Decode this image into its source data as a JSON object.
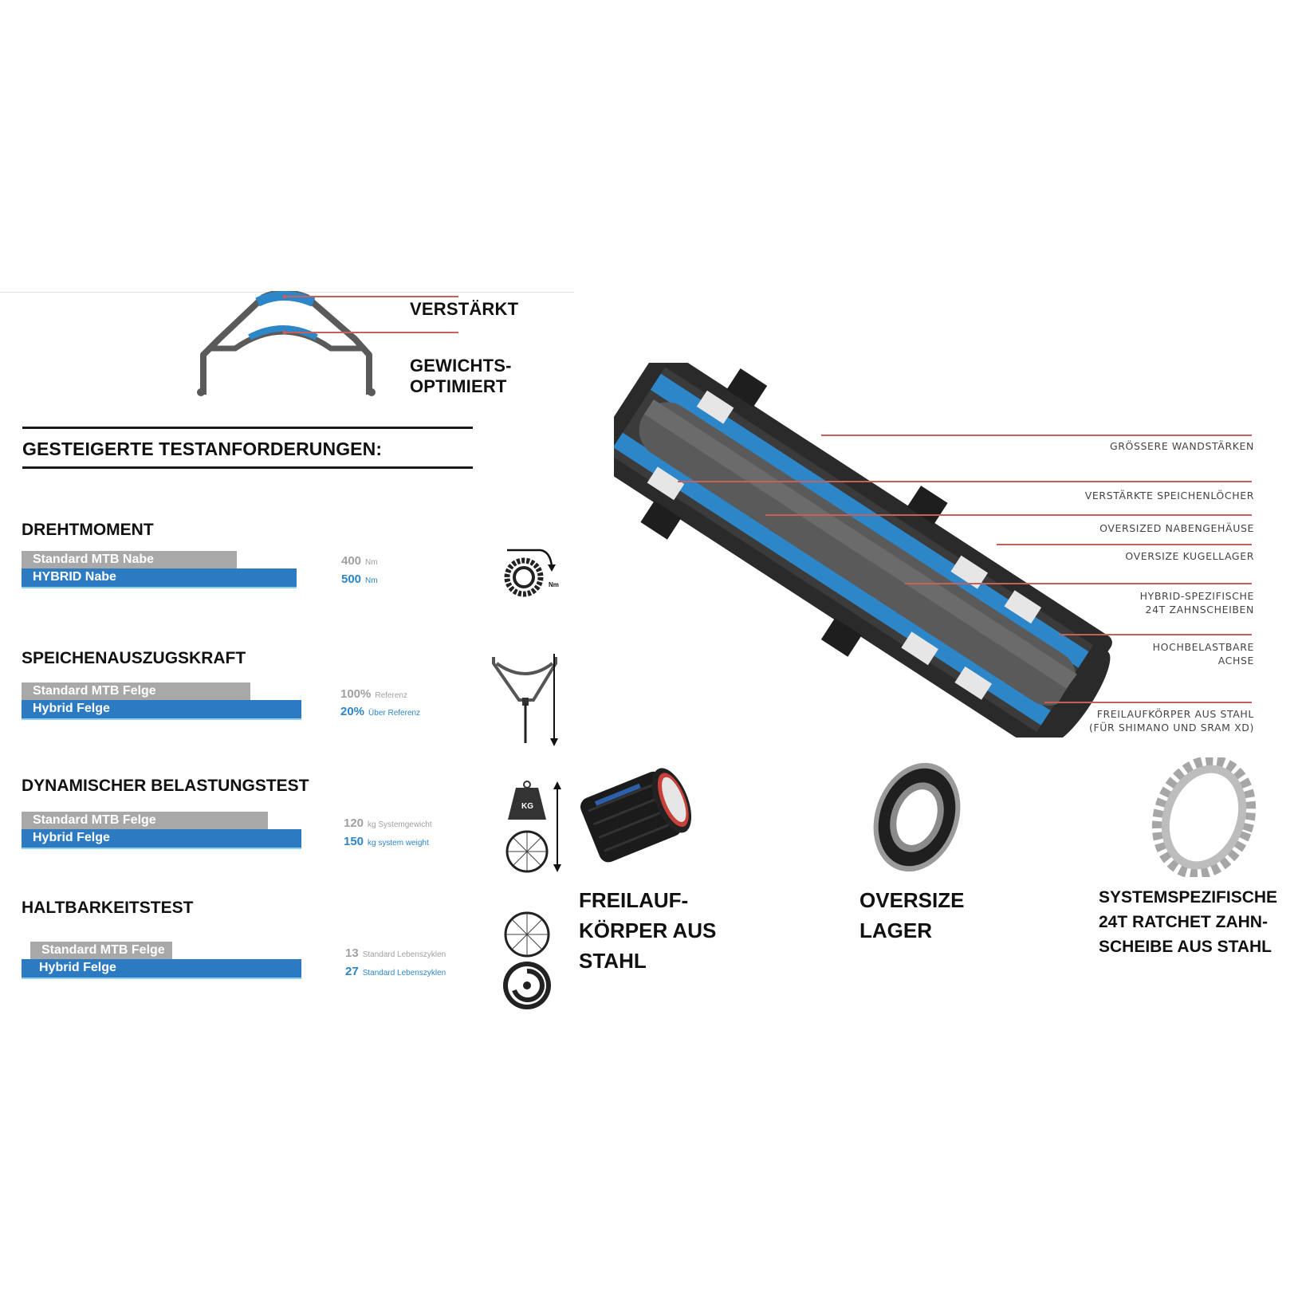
{
  "rim_profile": {
    "callouts": [
      {
        "label": "VERSTÄRKT"
      },
      {
        "label_line1": "GEWICHTS-",
        "label_line2": "OPTIMIERT"
      }
    ]
  },
  "tests": {
    "title": "GESTEIGERTE TESTANFORDERUNGEN:",
    "sections": [
      {
        "heading": "DREHTMOMENT",
        "standard_label": "Standard MTB Nabe",
        "hybrid_label": "HYBRID Nabe",
        "standard_value": "400",
        "standard_unit": "Nm",
        "hybrid_value": "500",
        "hybrid_unit": "Nm",
        "icon": "torque-gear-icon",
        "icon_unit": "Nm"
      },
      {
        "heading": "SPEICHENAUSZUGSKRAFT",
        "standard_label": "Standard MTB Felge",
        "hybrid_label": "Hybrid Felge",
        "standard_value": "100%",
        "standard_unit": "Referenz",
        "hybrid_value": "20%",
        "hybrid_unit": "Über Referenz",
        "icon": "spoke-pull-icon"
      },
      {
        "heading": "DYNAMISCHER BELASTUNGSTEST",
        "standard_label": "Standard MTB Felge",
        "hybrid_label": "Hybrid Felge",
        "standard_value": "120",
        "standard_unit": "kg Systemgewicht",
        "hybrid_value": "150",
        "hybrid_unit": "kg system weight",
        "icon": "weight-wheel-icon",
        "icon_weight_label": "KG"
      },
      {
        "heading": "HALTBARKEITSTEST",
        "standard_label": "Standard MTB Felge",
        "hybrid_label": "Hybrid Felge",
        "standard_value": "13",
        "standard_unit": "Standard Lebenszyklen",
        "hybrid_value": "27",
        "hybrid_unit": "Standard Lebenszyklen",
        "icon": "wheel-durability-icon"
      }
    ]
  },
  "hub_diagram": {
    "callouts": [
      {
        "line1": "GRÖSSERE WANDSTÄRKEN"
      },
      {
        "line1": "VERSTÄRKTE SPEICHENLÖCHER"
      },
      {
        "line1": "OVERSIZED NABENGEHÄUSE"
      },
      {
        "line1": "OVERSIZE KUGELLAGER"
      },
      {
        "line1": "HYBRID-SPEZIFISCHE",
        "line2": "24T ZAHNSCHEIBEN"
      },
      {
        "line1": "HOCHBELASTBARE",
        "line2": "ACHSE"
      },
      {
        "line1": "FREILAUFKÖRPER AUS STAHL",
        "line2": "(FÜR SHIMANO UND SRAM XD)"
      }
    ]
  },
  "parts": [
    {
      "line1": "FREILAUF-",
      "line2": "KÖRPER AUS",
      "line3": "STAHL",
      "icon": "freehub-body-icon"
    },
    {
      "line1": "OVERSIZE",
      "line2": "LAGER",
      "icon": "bearing-icon"
    },
    {
      "line1": "SYSTEMSPEZIFISCHE",
      "line2": "24T RATCHET ZAHN-",
      "line3": "SCHEIBE AUS STAHL",
      "icon": "ratchet-ring-icon"
    }
  ],
  "colors": {
    "accent_blue": "#2c7bc2",
    "standard_gray": "#a8a8a8",
    "callout_red": "#c8605a",
    "text_dark": "#111111"
  }
}
